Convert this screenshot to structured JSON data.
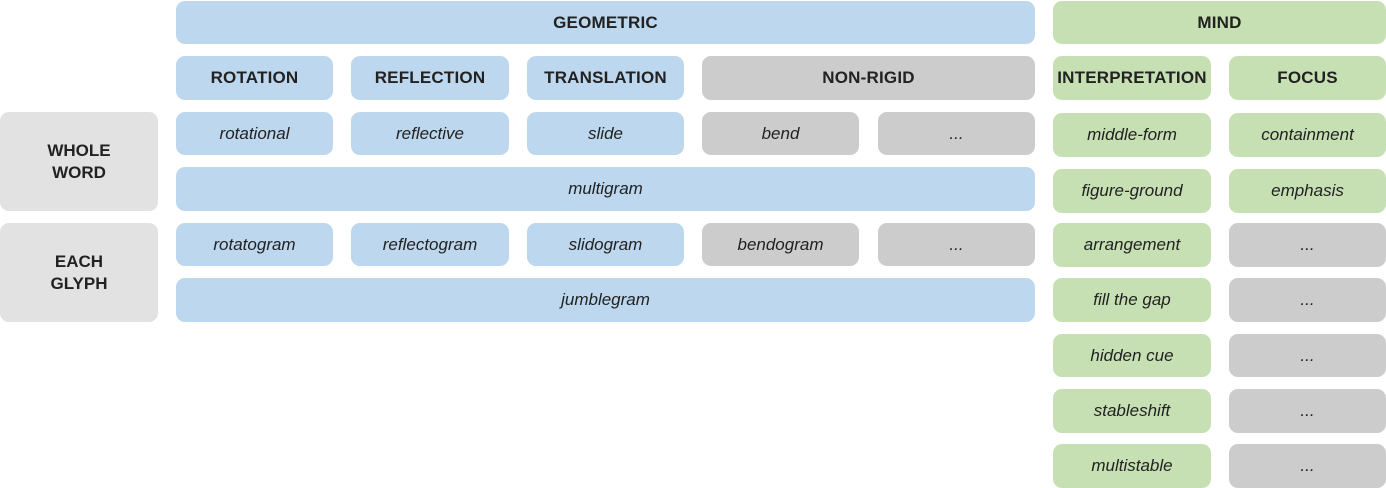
{
  "headers": {
    "geometric": "GEOMETRIC",
    "mind": "MIND",
    "rotation": "ROTATION",
    "reflection": "REFLECTION",
    "translation": "TRANSLATION",
    "non_rigid": "NON-RIGID",
    "interpretation": "INTERPRETATION",
    "focus": "FOCUS"
  },
  "row_headers": {
    "whole_word": [
      "WHOLE",
      "WORD"
    ],
    "each_glyph": [
      "EACH",
      "GLYPH"
    ]
  },
  "whole_word": {
    "rotational": "rotational",
    "reflective": "reflective",
    "slide": "slide",
    "bend": "bend",
    "more": "...",
    "multigram": "multigram"
  },
  "each_glyph": {
    "rotatogram": "rotatogram",
    "reflectogram": "reflectogram",
    "slidogram": "slidogram",
    "bendogram": "bendogram",
    "more": "...",
    "jumblegram": "jumblegram"
  },
  "interpretation_items": [
    "middle-form",
    "figure-ground",
    "arrangement",
    "fill the gap",
    "hidden cue",
    "stableshift",
    "multistable"
  ],
  "focus_items": [
    "containment",
    "emphasis",
    "...",
    "...",
    "...",
    "...",
    "..."
  ],
  "colors": {
    "geometric": "#bdd7ee",
    "non_rigid": "#cccccc",
    "mind": "#c6e0b4",
    "row_header": "#e2e2e2"
  }
}
